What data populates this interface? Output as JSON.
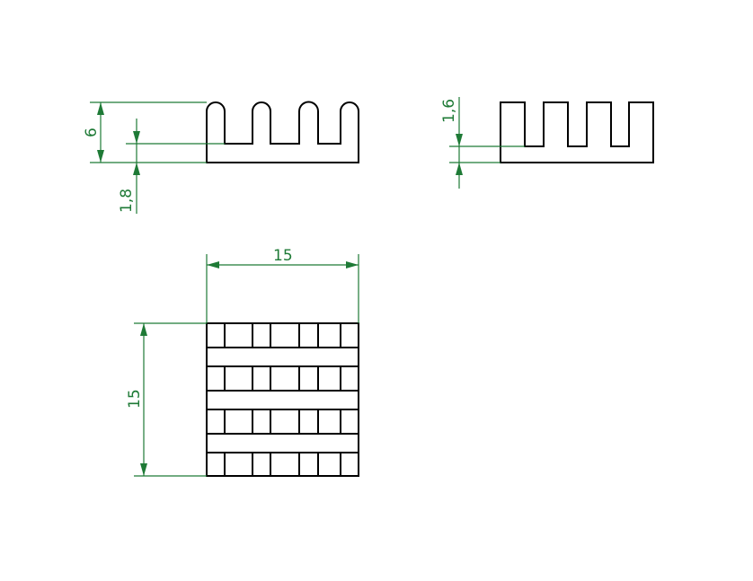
{
  "drawing": {
    "colors": {
      "outline": "#000000",
      "dimension": "#1e7a36"
    },
    "dimensions": {
      "total_height": "6",
      "base_thickness_side": "1,8",
      "base_thickness_front": "1,6",
      "width": "15",
      "length": "15"
    }
  }
}
